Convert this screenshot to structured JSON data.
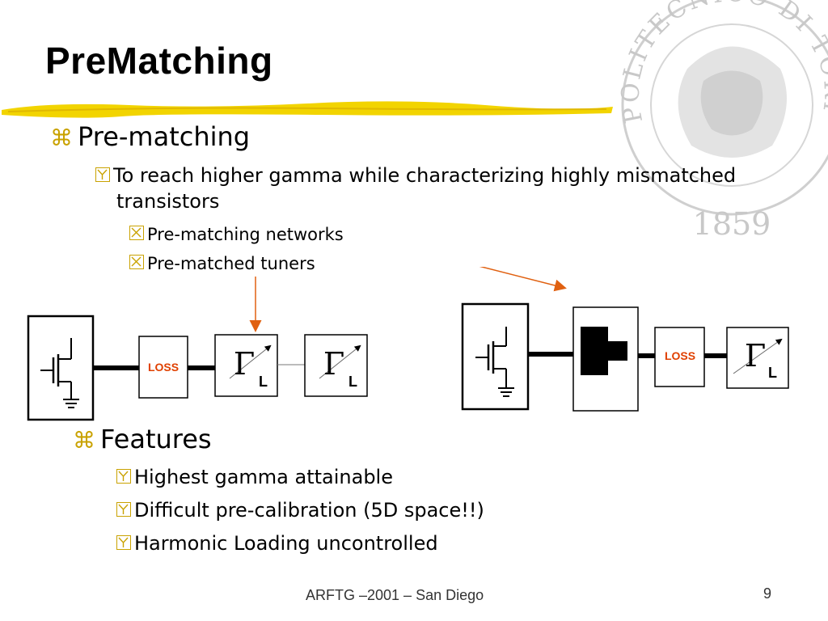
{
  "slide": {
    "title": "PreMatching",
    "sections": [
      {
        "heading": "Pre-matching",
        "items": [
          {
            "text_line1": "To reach higher gamma while characterizing highly mismatched",
            "text_line2": "transistors",
            "subitems": [
              "Pre-matching networks",
              "Pre-matched tuners"
            ]
          }
        ]
      },
      {
        "heading": "Features",
        "items": [
          "Highest gamma attainable",
          "Difficult pre-calibration (5D space!!)",
          "Harmonic Loading uncontrolled"
        ]
      }
    ],
    "diagram": {
      "left": {
        "loss_label": "LOSS",
        "gamma_symbol": "Γ",
        "gamma_sub": "L"
      },
      "right": {
        "loss_label": "LOSS",
        "gamma_symbol": "Γ",
        "gamma_sub": "L"
      }
    },
    "seal": {
      "ring_text": "POLITECNICO DI TORINO",
      "year": "1859"
    },
    "footer": {
      "text": "ARFTG –2001 – San Diego",
      "page_number": "9"
    },
    "colors": {
      "bullet": "#c9a200",
      "arrow": "#e06010",
      "loss_text": "#e04000",
      "highlight": "#f2d400"
    }
  }
}
